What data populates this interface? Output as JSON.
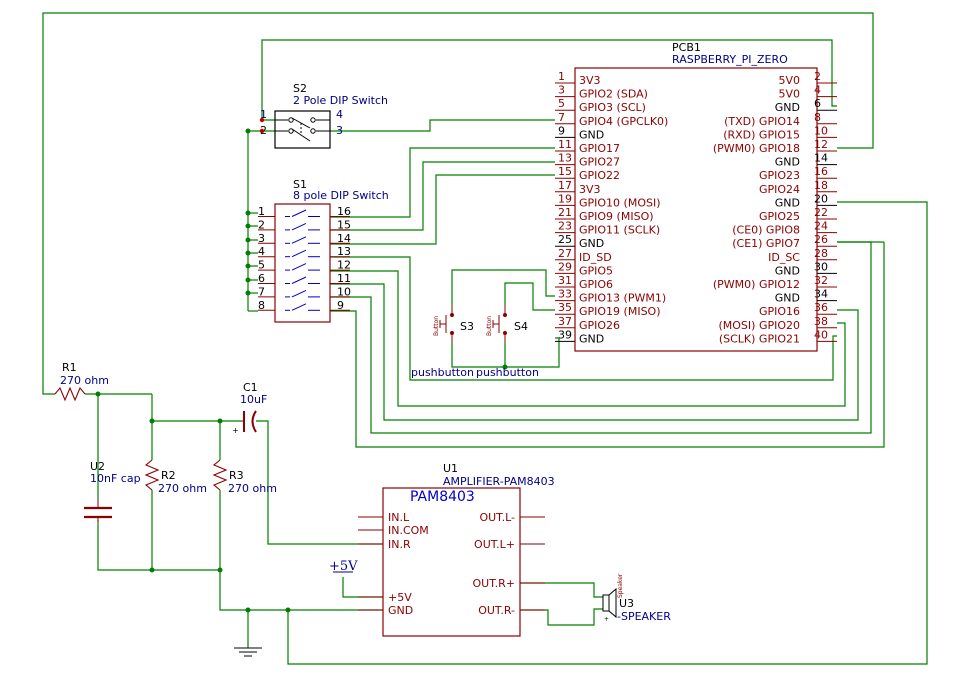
{
  "pcb1": {
    "ref": "PCB1",
    "value": "RASPBERRY_PI_ZERO",
    "left_pins": [
      {
        "num": "1",
        "name": "3V3"
      },
      {
        "num": "3",
        "name": "GPIO2 (SDA)"
      },
      {
        "num": "5",
        "name": "GPIO3 (SCL)"
      },
      {
        "num": "7",
        "name": "GPIO4 (GPCLK0)"
      },
      {
        "num": "9",
        "name": "GND"
      },
      {
        "num": "11",
        "name": "GPIO17"
      },
      {
        "num": "13",
        "name": "GPIO27"
      },
      {
        "num": "15",
        "name": "GPIO22"
      },
      {
        "num": "17",
        "name": "3V3"
      },
      {
        "num": "19",
        "name": "GPIO10 (MOSI)"
      },
      {
        "num": "21",
        "name": "GPIO9 (MISO)"
      },
      {
        "num": "23",
        "name": "GPIO11 (SCLK)"
      },
      {
        "num": "25",
        "name": "GND"
      },
      {
        "num": "27",
        "name": "ID_SD"
      },
      {
        "num": "29",
        "name": "GPIO5"
      },
      {
        "num": "31",
        "name": "GPIO6"
      },
      {
        "num": "33",
        "name": "GPIO13 (PWM1)"
      },
      {
        "num": "35",
        "name": "GPIO19 (MISO)"
      },
      {
        "num": "37",
        "name": "GPIO26"
      },
      {
        "num": "39",
        "name": "GND"
      }
    ],
    "right_pins": [
      {
        "num": "2",
        "name": "5V0"
      },
      {
        "num": "4",
        "name": "5V0"
      },
      {
        "num": "6",
        "name": "GND"
      },
      {
        "num": "8",
        "name": "(TXD) GPIO14"
      },
      {
        "num": "10",
        "name": "(RXD) GPIO15"
      },
      {
        "num": "12",
        "name": "(PWM0) GPIO18"
      },
      {
        "num": "14",
        "name": "GND"
      },
      {
        "num": "16",
        "name": "GPIO23"
      },
      {
        "num": "18",
        "name": "GPIO24"
      },
      {
        "num": "20",
        "name": "GND"
      },
      {
        "num": "22",
        "name": "GPIO25"
      },
      {
        "num": "24",
        "name": "(CE0) GPIO8"
      },
      {
        "num": "26",
        "name": "(CE1) GPIO7"
      },
      {
        "num": "28",
        "name": "ID_SC"
      },
      {
        "num": "30",
        "name": "GND"
      },
      {
        "num": "32",
        "name": "(PWM0) GPIO12"
      },
      {
        "num": "34",
        "name": "GND"
      },
      {
        "num": "36",
        "name": "GPIO16"
      },
      {
        "num": "38",
        "name": "(MOSI) GPIO20"
      },
      {
        "num": "40",
        "name": "(SCLK) GPIO21"
      }
    ]
  },
  "s2": {
    "ref": "S2",
    "value": "2 Pole DIP Switch",
    "pins": [
      {
        "num": "1"
      },
      {
        "num": "2"
      },
      {
        "num": "4"
      },
      {
        "num": "3"
      }
    ]
  },
  "s1": {
    "ref": "S1",
    "value": "8 pole DIP Switch",
    "left_pins": [
      "1",
      "2",
      "3",
      "4",
      "5",
      "6",
      "7",
      "8"
    ],
    "right_pins": [
      "16",
      "15",
      "14",
      "13",
      "12",
      "11",
      "10",
      "9"
    ]
  },
  "s3": {
    "ref": "S3",
    "value": "pushbutton",
    "body": "Button"
  },
  "s4": {
    "ref": "S4",
    "value": "pushbutton",
    "body": "Button"
  },
  "r1": {
    "ref": "R1",
    "value": "270 ohm"
  },
  "r2": {
    "ref": "R2",
    "value": "270 ohm"
  },
  "r3": {
    "ref": "R3",
    "value": "270 ohm"
  },
  "c1": {
    "ref": "C1",
    "value": "10uF",
    "plus": "+"
  },
  "u2": {
    "ref": "U2",
    "value": "10nF cap"
  },
  "u1": {
    "ref": "U1",
    "value": "AMPLIFIER-PAM8403",
    "title": "PAM8403",
    "left_pins": [
      "IN.L",
      "IN.COM",
      "IN.R",
      "+5V",
      "GND"
    ],
    "right_pins": [
      "OUT.L-",
      "OUT.L+",
      "OUT.R+",
      "OUT.R-"
    ]
  },
  "u3": {
    "ref": "U3",
    "value": "-SPEAKER",
    "tag": "Speaker",
    "plus": "+"
  },
  "power": {
    "label": "+5V"
  },
  "colors": {
    "wire": "#008000",
    "part": "#8b0000",
    "label": "#00008b",
    "pin_num": "#c00000"
  }
}
